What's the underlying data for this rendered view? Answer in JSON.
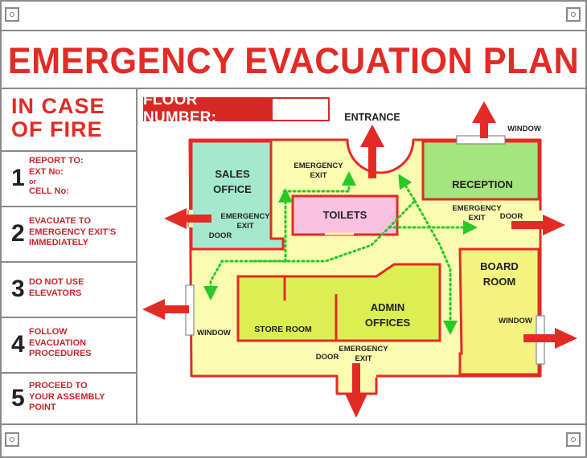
{
  "title": "EMERGENCY EVACUATION PLAN",
  "sidebar": {
    "heading_line1": "IN CASE",
    "heading_line2": "OF FIRE",
    "steps": [
      {
        "num": "1",
        "lines": [
          "REPORT TO:",
          "EXT No:",
          "or",
          "CELL No:"
        ]
      },
      {
        "num": "2",
        "lines": [
          "EVACUATE TO",
          "EMERGENCY EXIT'S",
          "IMMEDIATELY"
        ]
      },
      {
        "num": "3",
        "lines": [
          "DO NOT USE",
          "ELEVATORS"
        ]
      },
      {
        "num": "4",
        "lines": [
          "FOLLOW",
          "EVACUATION",
          "PROCEDURES"
        ]
      },
      {
        "num": "5",
        "lines": [
          "PROCEED TO",
          "YOUR ASSEMBLY",
          "POINT"
        ]
      }
    ]
  },
  "floor_number_label": "FLOOR NUMBER:",
  "map": {
    "entrance": "ENTRANCE",
    "rooms": {
      "sales_1": "SALES",
      "sales_2": "OFFICE",
      "toilets": "TOILETS",
      "reception": "RECEPTION",
      "board_1": "BOARD",
      "board_2": "ROOM",
      "store": "STORE ROOM",
      "admin_1": "ADMIN",
      "admin_2": "OFFICES"
    },
    "labels": {
      "emergency": "EMERGENCY",
      "exit": "EXIT",
      "door": "DOOR",
      "window": "WINDOW"
    }
  },
  "colors": {
    "red": "#e32b25",
    "floor_fill": "#fafcb0",
    "sales_fill": "#a4e9cf",
    "reception_fill": "#a5e57e",
    "toilets_fill": "#fac1df",
    "admin_fill": "#dbef52",
    "board_fill": "#f5f27f",
    "route_green": "#27c927",
    "border_grey": "#8a8a8a"
  }
}
